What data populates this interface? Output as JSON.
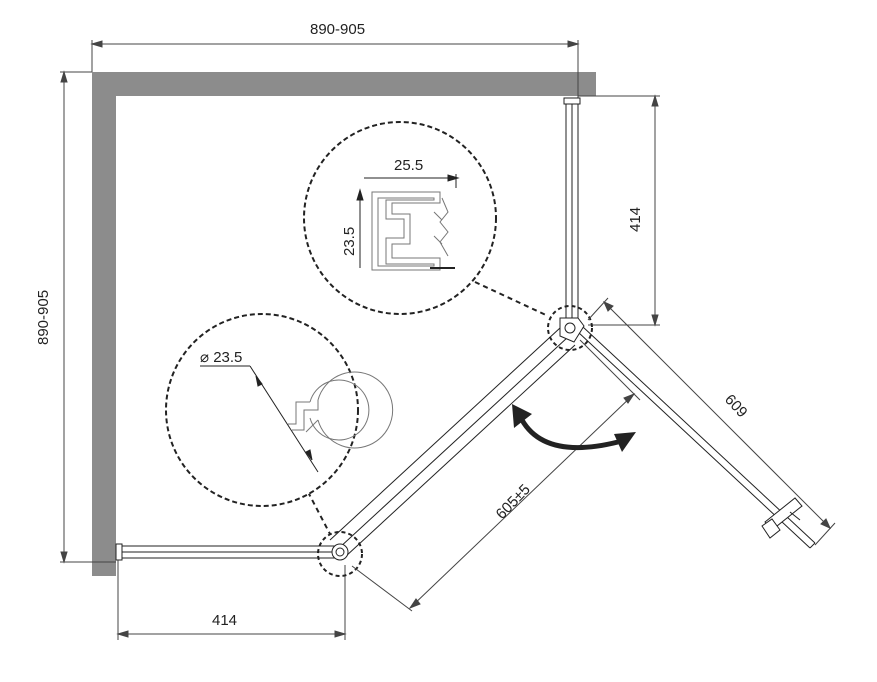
{
  "dimensions": {
    "top_width": "890-905",
    "left_height": "890-905",
    "right_panel": "414",
    "bottom_panel": "414",
    "door_opening": "605±5",
    "door_length": "609"
  },
  "details": {
    "profile_width": "25.5",
    "profile_height": "23.5",
    "hinge_diameter": "⌀ 23.5"
  },
  "colors": {
    "wall": "#8c8c8c",
    "line": "#222222",
    "glass": "#ffffff"
  }
}
